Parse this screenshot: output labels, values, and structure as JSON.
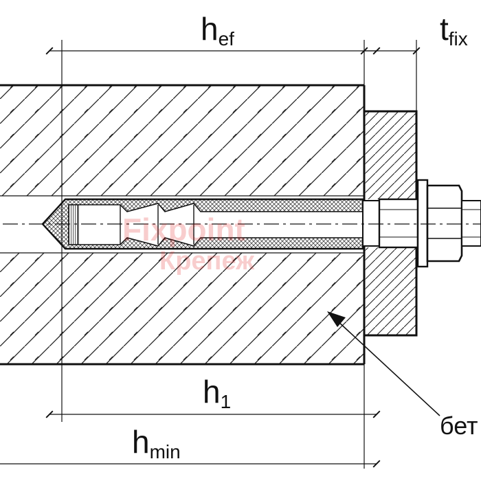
{
  "labels": {
    "hef": {
      "main": "h",
      "sub": "ef"
    },
    "tfix": {
      "main": "t",
      "sub": "fix"
    },
    "h1": {
      "main": "h",
      "sub": "1"
    },
    "hmin": {
      "main": "h",
      "sub": "min"
    },
    "concrete": "бет"
  },
  "watermark": {
    "line1": "Fixpoint",
    "line2": "Крепеж"
  },
  "colors": {
    "ink": "#111111",
    "mesh": "#444444",
    "watermark": "#e02020"
  }
}
